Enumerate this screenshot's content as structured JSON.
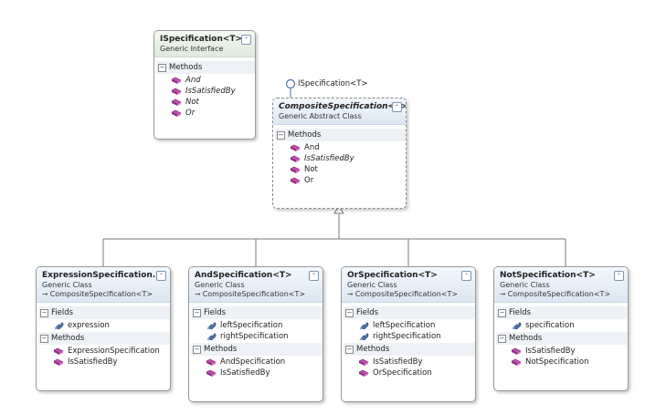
{
  "interface": {
    "title": "ISpecification<T>",
    "kind": "Generic Interface",
    "methods_header": "Methods",
    "methods": [
      "And",
      "IsSatisfiedBy",
      "Not",
      "Or"
    ]
  },
  "lollipop_label": "ISpecification<T>",
  "composite": {
    "title": "CompositeSpecification<T>",
    "kind": "Generic Abstract Class",
    "methods_header": "Methods",
    "methods": [
      {
        "name": "And",
        "italic": false
      },
      {
        "name": "IsSatisfiedBy",
        "italic": true
      },
      {
        "name": "Not",
        "italic": false
      },
      {
        "name": "Or",
        "italic": false
      }
    ]
  },
  "classes": [
    {
      "title": "ExpressionSpecification...",
      "kind": "Generic Class",
      "inherits": "CompositeSpecification<T>",
      "fields_header": "Fields",
      "fields": [
        "expression"
      ],
      "methods_header": "Methods",
      "methods": [
        "ExpressionSpecification",
        "IsSatisfiedBy"
      ]
    },
    {
      "title": "AndSpecification<T>",
      "kind": "Generic Class",
      "inherits": "CompositeSpecification<T>",
      "fields_header": "Fields",
      "fields": [
        "leftSpecification",
        "rightSpecification"
      ],
      "methods_header": "Methods",
      "methods": [
        "AndSpecification",
        "IsSatisfiedBy"
      ]
    },
    {
      "title": "OrSpecification<T>",
      "kind": "Generic Class",
      "inherits": "CompositeSpecification<T>",
      "fields_header": "Fields",
      "fields": [
        "leftSpecification",
        "rightSpecification"
      ],
      "methods_header": "Methods",
      "methods": [
        "IsSatisfiedBy",
        "OrSpecification"
      ]
    },
    {
      "title": "NotSpecification<T>",
      "kind": "Generic Class",
      "inherits": "CompositeSpecification<T>",
      "fields_header": "Fields",
      "fields": [
        "specification"
      ],
      "methods_header": "Methods",
      "methods": [
        "IsSatisfiedBy",
        "NotSpecification"
      ]
    }
  ],
  "icons": {
    "method": "method-icon",
    "field": "field-icon",
    "collapse": "collapse-chevron-icon",
    "section_toggle": "section-collapse-icon",
    "inheritance": "inheritance-arrow-icon"
  },
  "colors": {
    "header_blue": "#dce7f3",
    "header_green": "#dfeadb",
    "method_icon": "#c04fb0",
    "field_icon": "#4a6fa8"
  }
}
